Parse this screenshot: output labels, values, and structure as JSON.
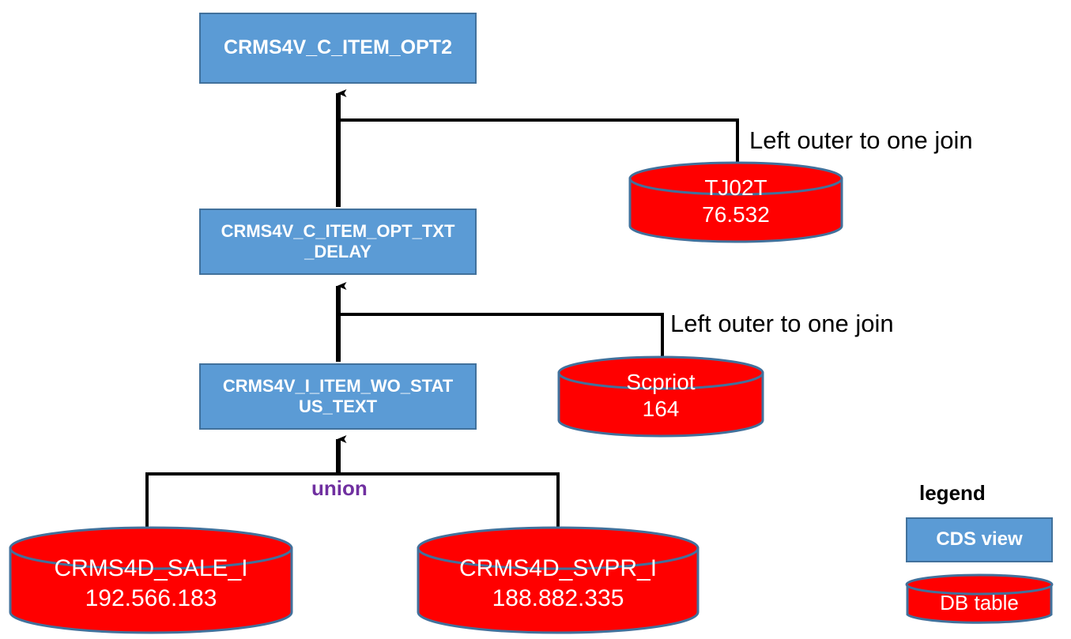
{
  "diagram": {
    "title": "CDS view lineage diagram",
    "colors": {
      "cds_fill": "#5B9BD5",
      "cds_border": "#41719C",
      "db_fill": "#FF0000",
      "db_border": "#41719C",
      "connector": "#000000",
      "union_text": "#7030A0",
      "text_light": "#FFFFFF",
      "text_dark": "#000000"
    },
    "cds_views": [
      {
        "id": "opt2",
        "name": "CRMS4V_C_ITEM_OPT2",
        "lines": [
          "CRMS4V_C_ITEM_OPT2"
        ]
      },
      {
        "id": "opt_txt_delay",
        "name": "CRMS4V_C_ITEM_OPT_TXT_DELAY",
        "lines": [
          "CRMS4V_C_ITEM_OPT_TXT",
          "_DELAY"
        ]
      },
      {
        "id": "item_wo_status_text",
        "name": "CRMS4V_I_ITEM_WO_STATUS_TEXT",
        "lines": [
          "CRMS4V_I_ITEM_WO_STAT",
          "US_TEXT"
        ]
      }
    ],
    "db_tables": [
      {
        "id": "tj02t",
        "name": "TJ02T",
        "count": "76.532"
      },
      {
        "id": "scpriot",
        "name": "Scpriot",
        "count": "164"
      },
      {
        "id": "sale",
        "name": "CRMS4D_SALE_I",
        "count": "192.566.183"
      },
      {
        "id": "svpr",
        "name": "CRMS4D_SVPR_I",
        "count": "188.882.335"
      }
    ],
    "connector_labels": [
      {
        "id": "join-top",
        "text": "Left outer to one join"
      },
      {
        "id": "join-middle",
        "text": "Left outer to one join"
      },
      {
        "id": "union",
        "text": "union"
      }
    ],
    "legend": {
      "title": "legend",
      "cds_label": "CDS view",
      "db_label": "DB table"
    }
  }
}
